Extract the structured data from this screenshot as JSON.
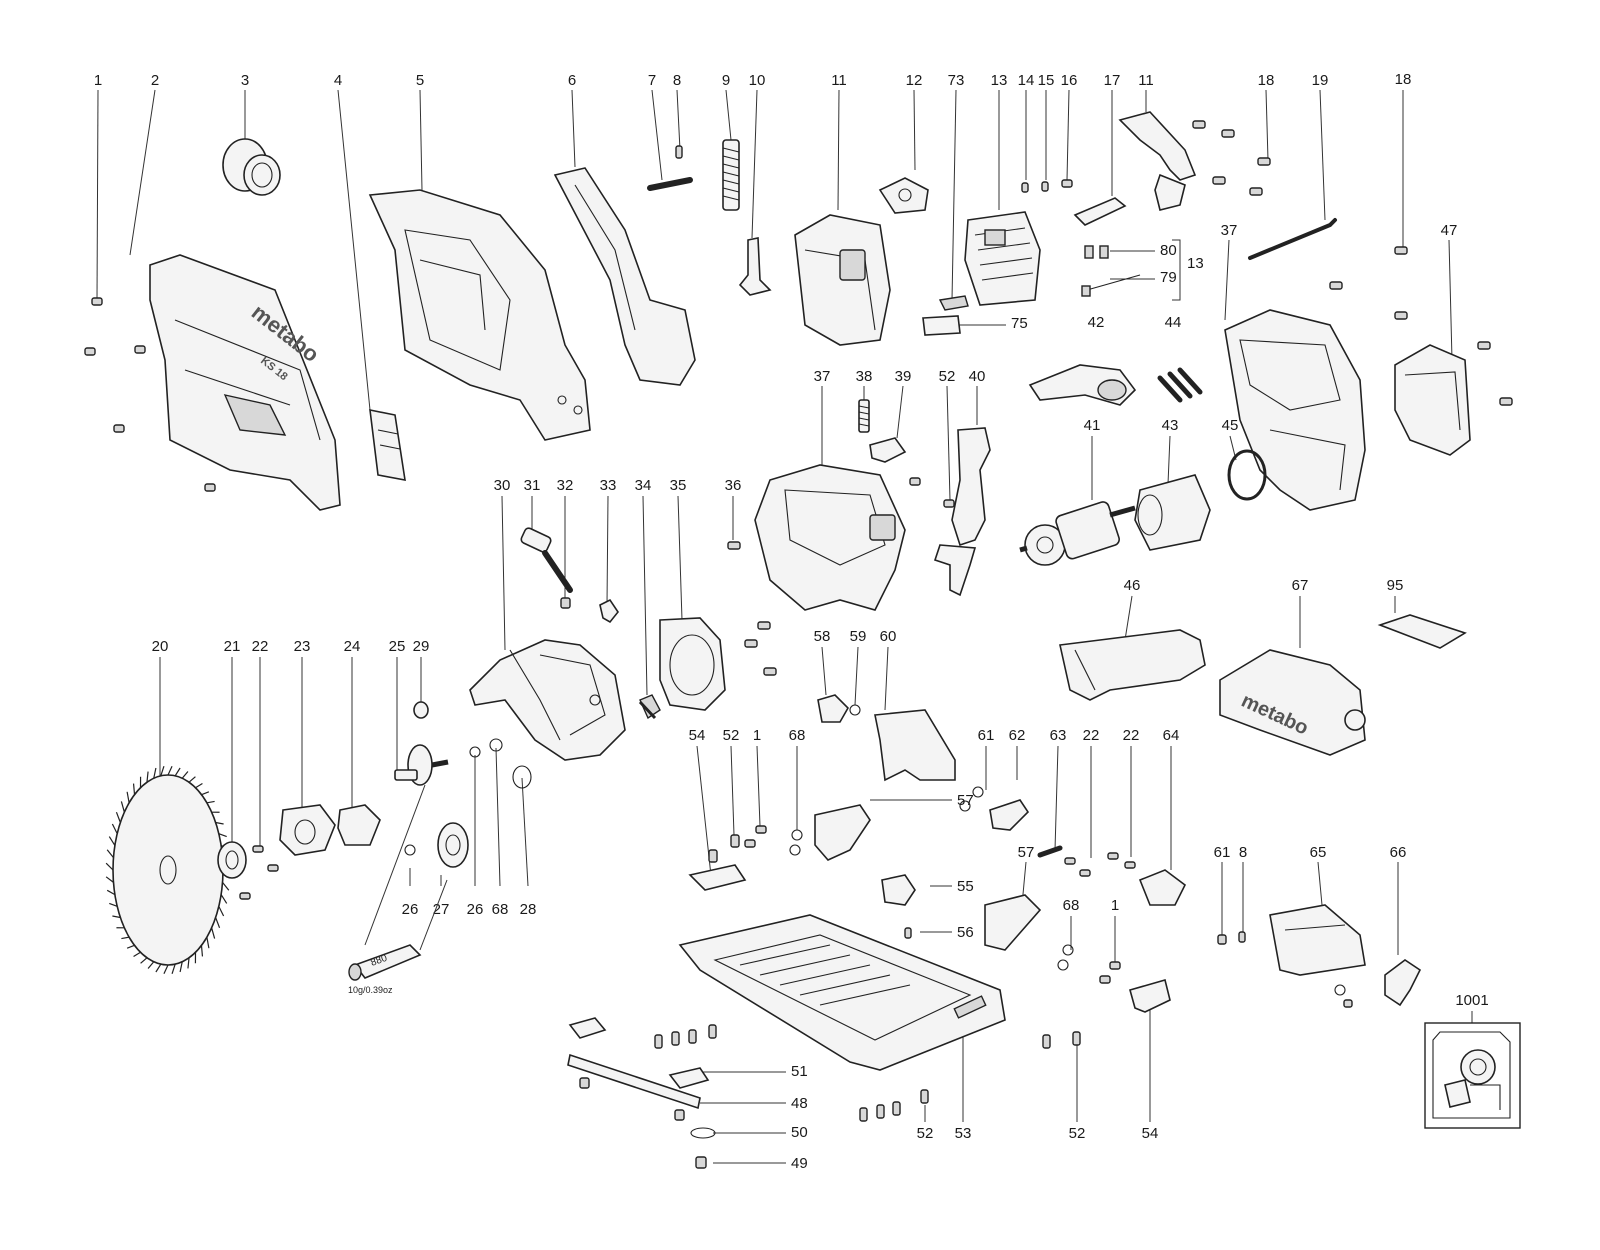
{
  "labels": {
    "l1a": "1",
    "l2": "2",
    "l3": "3",
    "l4": "4",
    "l5": "5",
    "l6": "6",
    "l7": "7",
    "l8a": "8",
    "l9": "9",
    "l10": "10",
    "l11a": "11",
    "l12": "12",
    "l73": "73",
    "l13a": "13",
    "l14": "14",
    "l15": "15",
    "l16": "16",
    "l17": "17",
    "l11b": "11",
    "l18a": "18",
    "l19": "19",
    "l18b": "18",
    "l37a": "37",
    "l47": "47",
    "l80": "80",
    "l13b": "13",
    "l79": "79",
    "l75": "75",
    "l42": "42",
    "l44": "44",
    "l37b": "37",
    "l38": "38",
    "l39": "39",
    "l52a": "52",
    "l40": "40",
    "l41": "41",
    "l43": "43",
    "l45": "45",
    "l30": "30",
    "l31": "31",
    "l32": "32",
    "l33": "33",
    "l34": "34",
    "l35": "35",
    "l36": "36",
    "l46": "46",
    "l67": "67",
    "l95": "95",
    "l20": "20",
    "l21": "21",
    "l22a": "22",
    "l23": "23",
    "l24": "24",
    "l25": "25",
    "l29": "29",
    "l58": "58",
    "l59": "59",
    "l60": "60",
    "l54a": "54",
    "l52b": "52",
    "l1b": "1",
    "l68a": "68",
    "l61a": "61",
    "l62": "62",
    "l63": "63",
    "l22b": "22",
    "l22c": "22",
    "l64": "64",
    "l57a": "57",
    "l57b": "57",
    "l55": "55",
    "l56": "56",
    "l68b": "68",
    "l1c": "1",
    "l26a": "26",
    "l27": "27",
    "l26b": "26",
    "l68c": "68",
    "l28": "28",
    "l61b": "61",
    "l8b": "8",
    "l65": "65",
    "l66": "66",
    "l1001": "1001",
    "l51": "51",
    "l48": "48",
    "l50": "50",
    "l49": "49",
    "l52c": "52",
    "l53": "53",
    "l52d": "52",
    "l54b": "54"
  },
  "brand": {
    "logo_guard": "metabo",
    "logo_guard_sub": "KS 18",
    "logo_case": "metabo"
  },
  "grease": {
    "code": "880",
    "amount": "10g/0.39oz"
  }
}
